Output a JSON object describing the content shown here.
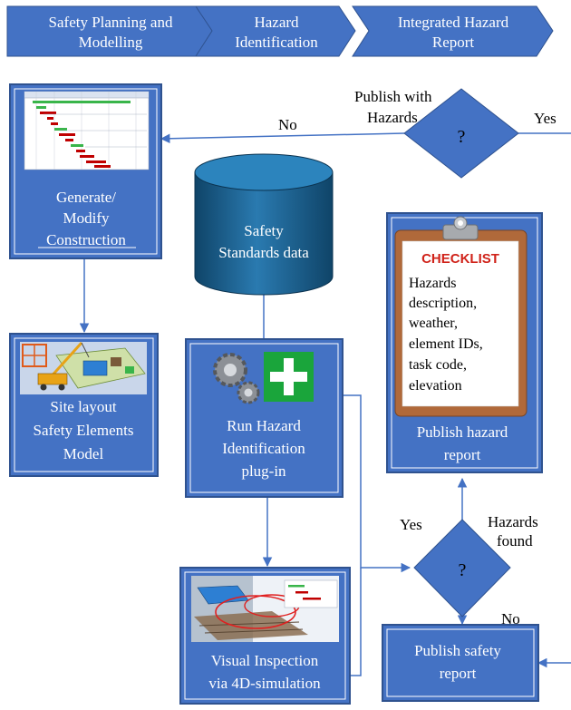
{
  "colors": {
    "primary": "#4472c4",
    "dark_border": "#2f528f",
    "cylinder": "#1f5c85",
    "checklist_red": "#d0231a",
    "clipboard": "#b0693a"
  },
  "phases": [
    {
      "line1": "Safety Planning and",
      "line2": "Modelling"
    },
    {
      "line1": "Hazard",
      "line2": "Identification"
    },
    {
      "line1": "Integrated Hazard",
      "line2": "Report"
    }
  ],
  "boxes": {
    "generate": {
      "line1": "Generate/",
      "line2": "Modify",
      "line3": "Construction"
    },
    "site": {
      "line1": "Site layout",
      "line2": "Safety Elements",
      "line3": "Model"
    },
    "standards": {
      "line1": "Safety",
      "line2": "Standards data"
    },
    "run": {
      "line1": "Run Hazard",
      "line2": "Identification",
      "line3": "plug-in"
    },
    "visual": {
      "line1": "Visual Inspection",
      "line2": "via 4D-simulation"
    },
    "publish_hazard": {
      "line1": "Publish hazard",
      "line2": "report"
    },
    "publish_safety": {
      "line1": "Publish safety",
      "line2": "report"
    }
  },
  "checklist": {
    "title": "CHECKLIST",
    "items": [
      "Hazards",
      "description,",
      "weather,",
      "element IDs,",
      "task code,",
      "elevation"
    ]
  },
  "decisions": {
    "top": {
      "question": "Publish with",
      "question2": "Hazards",
      "symbol": "?",
      "yes": "Yes",
      "no": "No"
    },
    "bottom": {
      "question": "Hazards",
      "question2": "found",
      "symbol": "?",
      "yes": "Yes",
      "no": "No"
    }
  }
}
